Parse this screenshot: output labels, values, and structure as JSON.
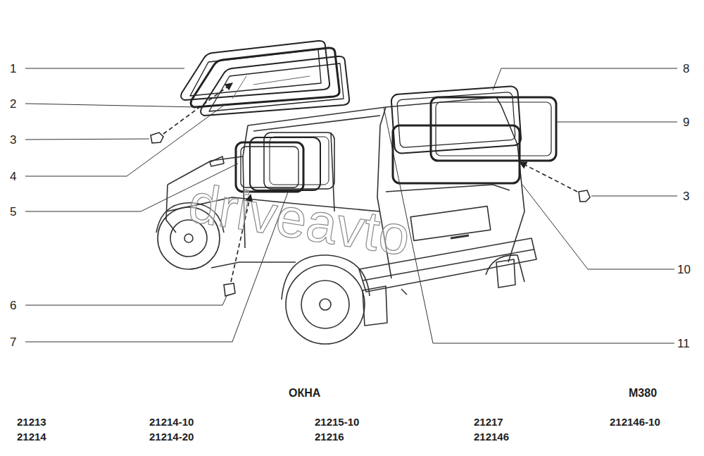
{
  "diagram": {
    "title": "ОКНА",
    "labels": [
      "1",
      "2",
      "3",
      "4",
      "5",
      "6",
      "7",
      "8",
      "9",
      "3",
      "10",
      "11",
      "М380",
      "21213",
      "21214",
      "21214-10",
      "21214-20",
      "21215-10",
      "21216",
      "21217",
      "212146",
      "212146-10",
      "driveavto"
    ]
  }
}
